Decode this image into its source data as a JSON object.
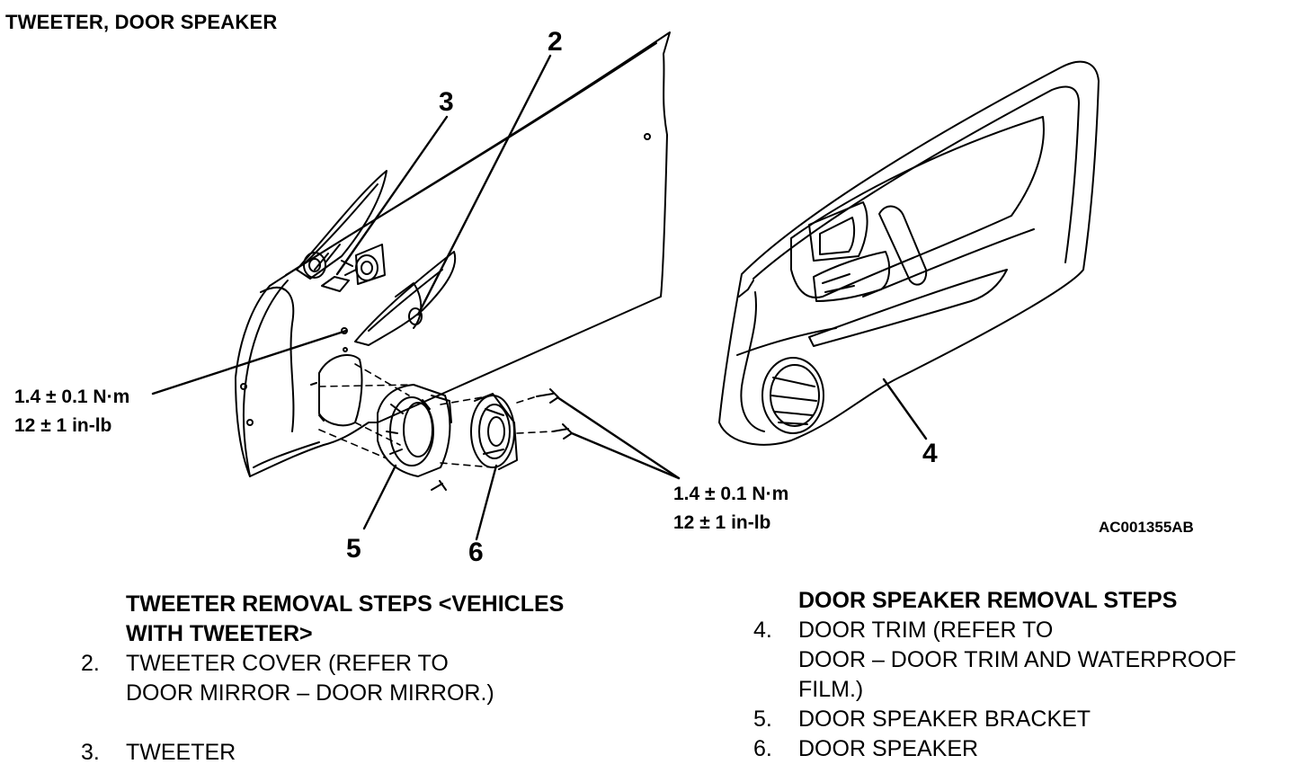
{
  "title": "TWEETER, DOOR SPEAKER",
  "callouts": {
    "c2": "2",
    "c3": "3",
    "c4": "4",
    "c5": "5",
    "c6": "6"
  },
  "torque_left": {
    "metric": "1.4 ± 0.1 N·m",
    "imperial": "12 ± 1 in-lb"
  },
  "torque_right": {
    "metric": "1.4 ± 0.1 N·m",
    "imperial": "12 ± 1 in-lb"
  },
  "figure_id": "AC001355AB",
  "tweeter_steps": {
    "heading_line1": "TWEETER REMOVAL STEPS <VEHICLES",
    "heading_line2": "WITH TWEETER>",
    "step2_num": "2.",
    "step2_line1": "TWEETER COVER (REFER TO",
    "step2_line2": "DOOR MIRROR – DOOR MIRROR.)",
    "step3_num": "3.",
    "step3_text": "TWEETER"
  },
  "speaker_steps": {
    "heading": "DOOR SPEAKER REMOVAL STEPS",
    "step4_num": "4.",
    "step4_line1": "DOOR TRIM (REFER TO",
    "step4_line2": "DOOR – DOOR TRIM AND WATERPROOF",
    "step4_line3": "FILM.)",
    "step5_num": "5.",
    "step5_text": "DOOR SPEAKER BRACKET",
    "step6_num": "6.",
    "step6_text": "DOOR SPEAKER"
  }
}
